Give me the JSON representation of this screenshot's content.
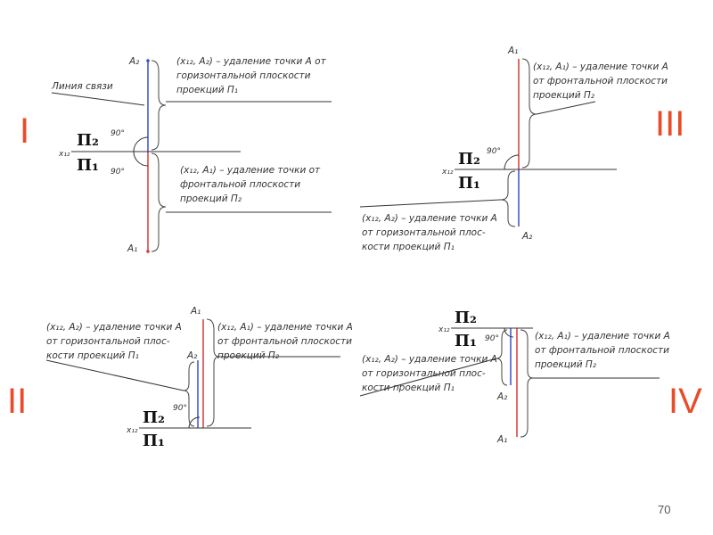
{
  "slide": {
    "page_number": "70",
    "colors": {
      "roman": "#e84c2a",
      "frontal_projection": "#3a4fcf",
      "horizontal_projection": "#d63a3a"
    }
  },
  "panels": {
    "I": {
      "numeral": "I",
      "a2": "A₂",
      "a1": "A₁",
      "axis": "x₁₂",
      "pi2": "П₂",
      "pi1": "П₁",
      "angle_top": "90°",
      "angle_bottom": "90°",
      "link_line": "Линия связи",
      "top_note": [
        "(x₁₂, A₂) – удаление точки A от",
        "горизонтальной плоскости",
        "проекций П₁"
      ],
      "bottom_note": [
        "(x₁₂, A₁) – удаление точки от",
        "фронтальной плоскости",
        "проекций П₂"
      ]
    },
    "III": {
      "numeral": "III",
      "a1": "A₁",
      "a2": "A₂",
      "axis": "x₁₂",
      "pi2": "П₂",
      "pi1": "П₁",
      "angle": "90°",
      "top_note": [
        "(x₁₂, A₁) – удаление точки A",
        "от фронтальной плоскости",
        "проекций П₂"
      ],
      "bottom_note": [
        "(x₁₂, A₂) – удаление точки A",
        "от горизонтальной плос-",
        "кости проекций П₁"
      ]
    },
    "II": {
      "numeral": "II",
      "a1": "A₁",
      "a2": "A₂",
      "axis": "x₁₂",
      "pi2": "П₂",
      "pi1": "П₁",
      "angle": "90°",
      "left_note": [
        "(x₁₂, A₂) – удаление точки A",
        "от горизонтальной плос-",
        "кости проекций П₁"
      ],
      "right_note": [
        "(x₁₂, A₁) – удаление точки A",
        "от фронтальной плоскости",
        "проекций П₂"
      ]
    },
    "IV": {
      "numeral": "IV",
      "a2": "A₂",
      "a1": "A₁",
      "axis": "x₁₂",
      "pi2": "П₂",
      "pi1": "П₁",
      "angle": "90°",
      "left_note": [
        "(x₁₂, A₂) – удаление точки A",
        "от горизонтальной плос-",
        "кости проекций П₁"
      ],
      "right_note": [
        "(x₁₂, A₁) – удаление точки A",
        "от фронтальной плоскости",
        "проекций П₂"
      ]
    }
  }
}
